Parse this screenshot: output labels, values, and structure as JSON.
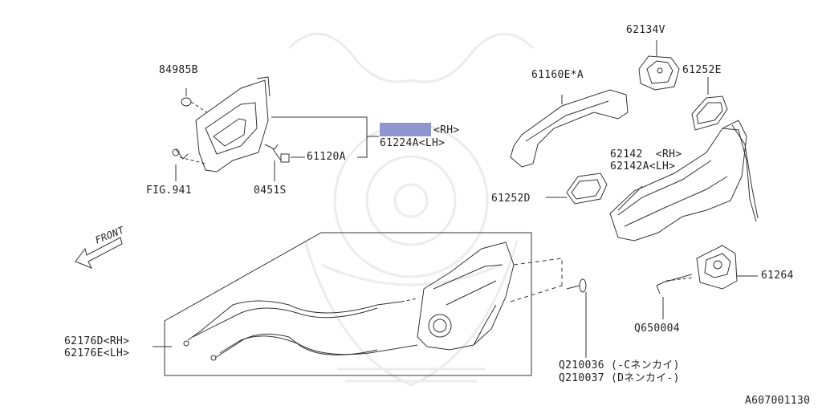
{
  "parts": [
    {
      "id": "84985b",
      "label": "84985B"
    },
    {
      "id": "fig941",
      "label": "FIG.941"
    },
    {
      "id": "0451s",
      "label": "0451S"
    },
    {
      "id": "61120a",
      "label": "61120A"
    },
    {
      "id": "61224_rh",
      "label": "<RH>"
    },
    {
      "id": "61224_lh",
      "label": "61224A<LH>"
    },
    {
      "id": "61160e",
      "label": "61160E*A"
    },
    {
      "id": "62134v",
      "label": "62134V"
    },
    {
      "id": "61252e",
      "label": "61252E"
    },
    {
      "id": "62142",
      "label": "62142  <RH>"
    },
    {
      "id": "62142a",
      "label": "62142A<LH>"
    },
    {
      "id": "61252d",
      "label": "61252D"
    },
    {
      "id": "61264",
      "label": "61264"
    },
    {
      "id": "q650004",
      "label": "Q650004"
    },
    {
      "id": "62176d",
      "label": "62176D<RH>"
    },
    {
      "id": "62176e",
      "label": "62176E<LH>"
    },
    {
      "id": "q210036",
      "label": "Q210036 (-Cネンカイ)"
    },
    {
      "id": "q210037",
      "label": "Q210037 (Dネンカイ-)"
    }
  ],
  "front_label": "FRONT",
  "diagram_code": "A607001130",
  "colors": {
    "highlight": "#8f95cf",
    "line": "#333333",
    "watermark": "#e9e9e9"
  }
}
